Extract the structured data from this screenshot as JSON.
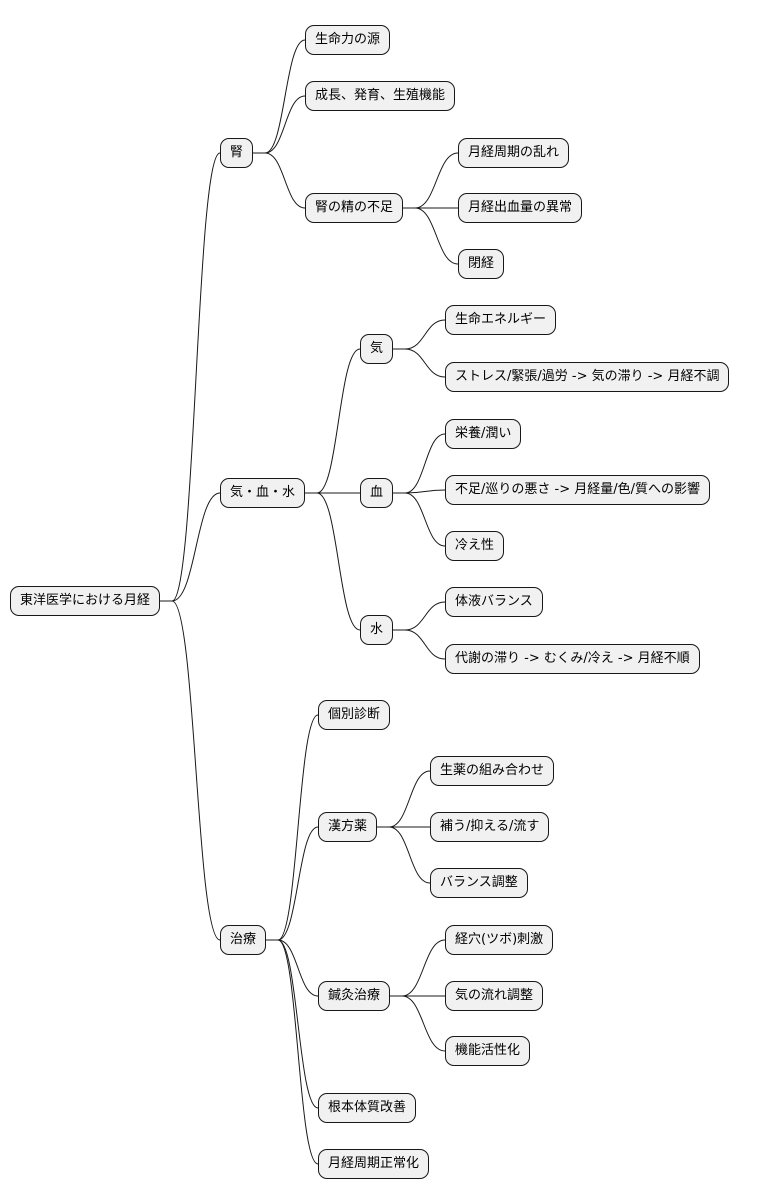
{
  "root": {
    "id": "root",
    "label": "東洋医学における月経"
  },
  "branches": [
    {
      "id": "kidney",
      "label": "腎",
      "children": [
        {
          "id": "k1",
          "label": "生命力の源"
        },
        {
          "id": "k2",
          "label": "成長、発育、生殖機能"
        },
        {
          "id": "k3",
          "label": "腎の精の不足",
          "children": [
            {
              "id": "k3a",
              "label": "月経周期の乱れ"
            },
            {
              "id": "k3b",
              "label": "月経出血量の異常"
            },
            {
              "id": "k3c",
              "label": "閉経"
            }
          ]
        }
      ]
    },
    {
      "id": "kiketsusui",
      "label": "気・血・水",
      "children": [
        {
          "id": "ki",
          "label": "気",
          "children": [
            {
              "id": "ki1",
              "label": "生命エネルギー"
            },
            {
              "id": "ki2",
              "label": "ストレス/緊張/過労 -> 気の滞り -> 月経不調"
            }
          ]
        },
        {
          "id": "ketsu",
          "label": "血",
          "children": [
            {
              "id": "ke1",
              "label": "栄養/潤い"
            },
            {
              "id": "ke2",
              "label": "不足/巡りの悪さ -> 月経量/色/質への影響"
            },
            {
              "id": "ke3",
              "label": "冷え性"
            }
          ]
        },
        {
          "id": "sui",
          "label": "水",
          "children": [
            {
              "id": "su1",
              "label": "体液バランス"
            },
            {
              "id": "su2",
              "label": "代謝の滞り -> むくみ/冷え -> 月経不順"
            }
          ]
        }
      ]
    },
    {
      "id": "treatment",
      "label": "治療",
      "children": [
        {
          "id": "t1",
          "label": "個別診断"
        },
        {
          "id": "t2",
          "label": "漢方薬",
          "children": [
            {
              "id": "t2a",
              "label": "生薬の組み合わせ"
            },
            {
              "id": "t2b",
              "label": "補う/抑える/流す"
            },
            {
              "id": "t2c",
              "label": "バランス調整"
            }
          ]
        },
        {
          "id": "t3",
          "label": "鍼灸治療",
          "children": [
            {
              "id": "t3a",
              "label": "経穴(ツボ)刺激"
            },
            {
              "id": "t3b",
              "label": "気の流れ調整"
            },
            {
              "id": "t3c",
              "label": "機能活性化"
            }
          ]
        },
        {
          "id": "t4",
          "label": "根本体質改善"
        },
        {
          "id": "t5",
          "label": "月経周期正常化"
        }
      ]
    }
  ]
}
